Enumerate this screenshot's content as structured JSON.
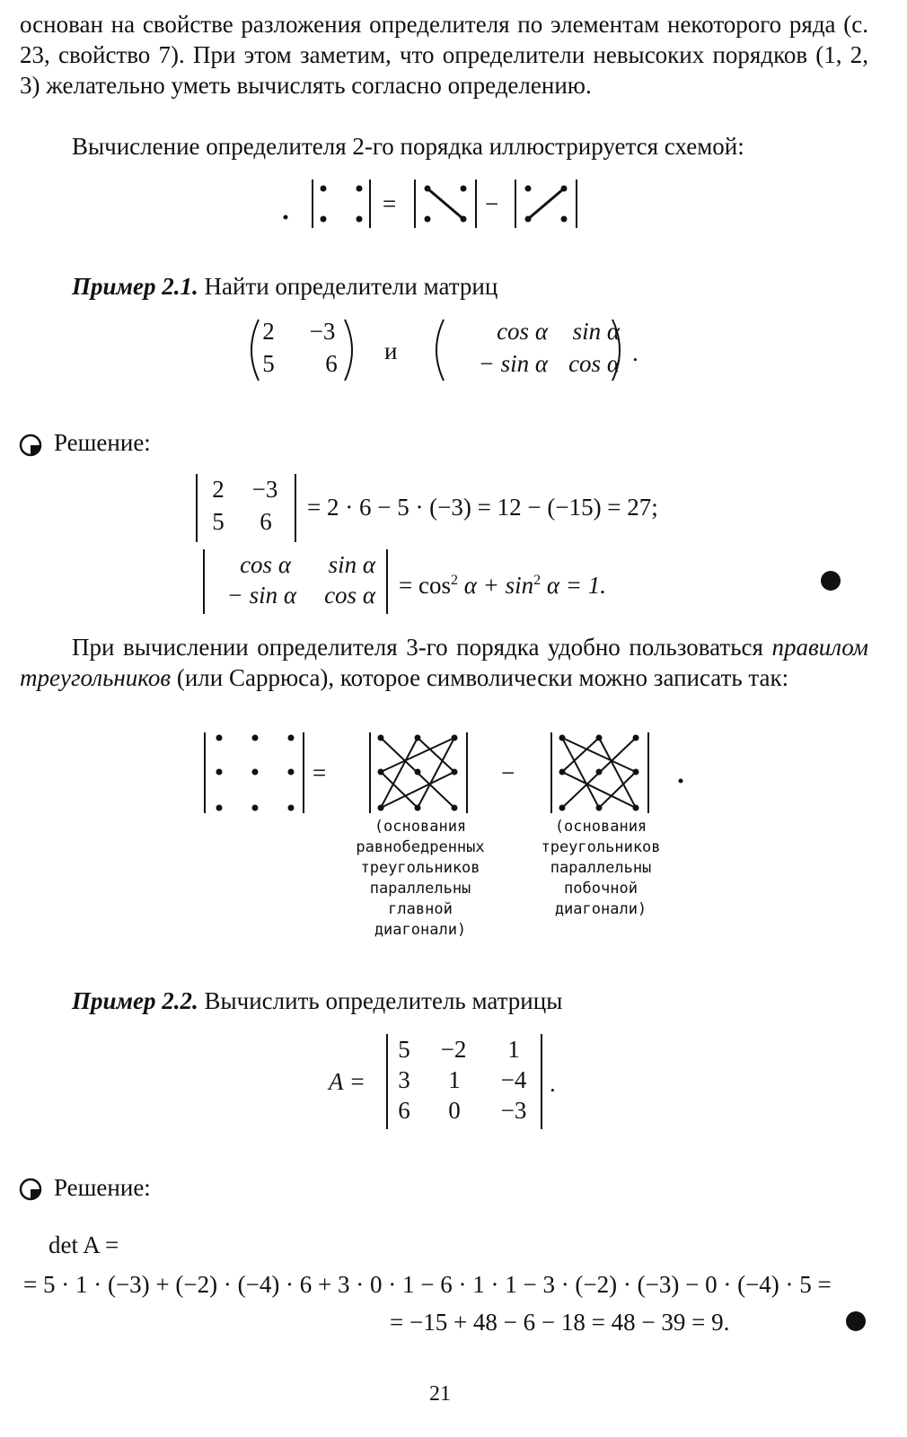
{
  "intro": {
    "lines": "основан на свойстве разложения определителя по элементам некоторого ряда (с. 23, свойство 7). При этом заметим, что определители невысоких порядков (1, 2, 3) желательно уметь вычислять согласно определению.",
    "scheme2": "Вычисление определителя 2-го порядка иллюстрируется схемой:"
  },
  "example1": {
    "label": "Пример 2.1.",
    "text": "Найти определители матриц",
    "matrix1": [
      "2",
      "−3",
      "5",
      "6"
    ],
    "conj": "и",
    "matrix2": [
      "cos α",
      "sin α",
      "− sin α",
      "cos α"
    ],
    "solution_label": "Решение:",
    "eq1_rhs": "= 2 · 6 − 5 · (−3) = 12 − (−15) = 27;",
    "eq2_rhs_a": "= cos",
    "eq2_sup1": "2",
    "eq2_rhs_b": " α + sin",
    "eq2_sup2": "2",
    "eq2_rhs_c": " α = 1."
  },
  "sarrus": {
    "p1": "При вычислении определителя 3-го порядка удобно пользоваться ",
    "p1_italic": "правилом треугольников",
    "p2": " (или Саррюса), которое символически можно записать так:",
    "caption_left": "(основания равнобедренных треугольников параллельны главной диагонали)",
    "caption_right": "(основания треугольников параллельны побочной диагонали)"
  },
  "example2": {
    "label": "Пример 2.2.",
    "text": "Вычислить определитель матрицы",
    "lhs": "A =",
    "matrix": [
      "5",
      "−2",
      "1",
      "3",
      "1",
      "−4",
      "6",
      "0",
      "−3"
    ],
    "solution_label": "Решение:",
    "det_lhs": "det A =",
    "line1": "= 5 · 1 · (−3) + (−2) · (−4) · 6 + 3 · 0 · 1 − 6 · 1 · 1 − 3 · (−2) · (−3) − 0 · (−4) · 5 =",
    "line2": "= −15 + 48 − 6 − 18 = 48 − 39 = 9."
  },
  "page_number": "21"
}
